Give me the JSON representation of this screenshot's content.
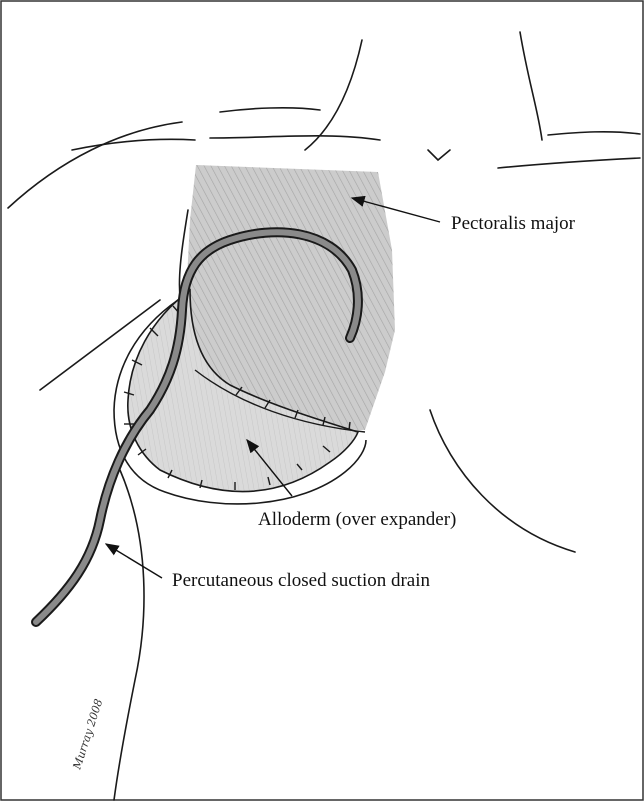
{
  "figure": {
    "labels": {
      "pectoralis": "Pectoralis major",
      "alloderm": "Alloderm (over expander)",
      "drain": "Percutaneous closed suction drain"
    },
    "signature": "Murray 2008",
    "colors": {
      "line": "#1a1a1a",
      "muscle_fill": "#c9c9c9",
      "alloderm_fill": "#dcdcdc",
      "drain_fill": "#8a8a8a",
      "frame": "#333333"
    }
  }
}
